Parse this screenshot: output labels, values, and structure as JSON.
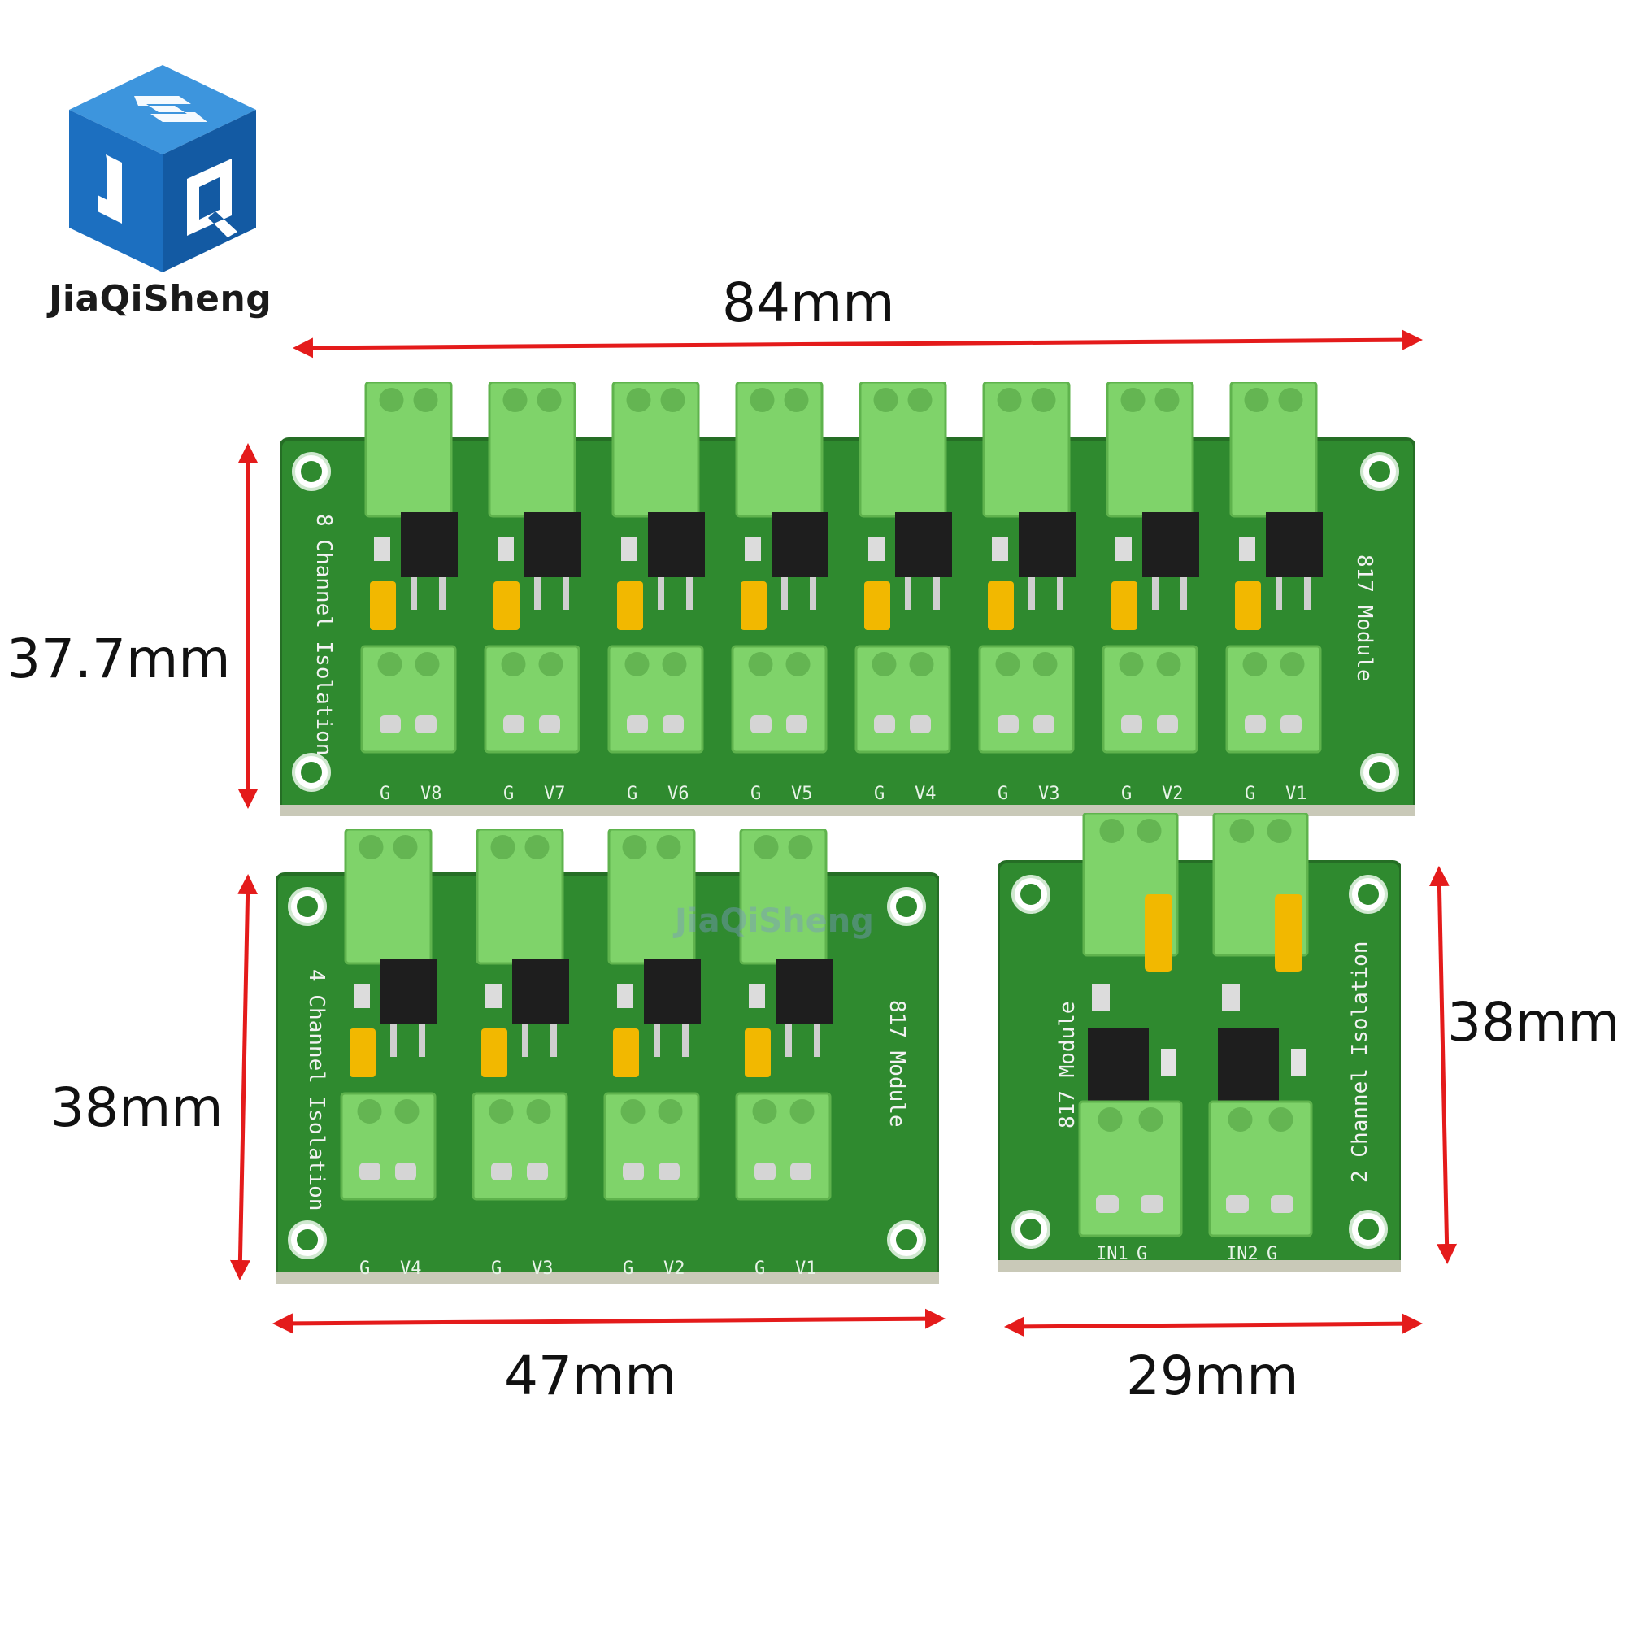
{
  "brand": {
    "name": "JiaQiSheng",
    "logo_icon": "jqs-cube-logo-icon",
    "color": "#1f78c8"
  },
  "watermark": "JiaQiSheng",
  "dimensions": {
    "top_width": "84mm",
    "top_height": "37.7mm",
    "mid_height": "38mm",
    "mid_width": "47mm",
    "right_height": "38mm",
    "right_width": "29mm"
  },
  "boards": {
    "eight": {
      "title": "8 Channel Isolation",
      "module": "817 Module",
      "pins": [
        "G",
        "V8",
        "G",
        "V7",
        "G",
        "V6",
        "G",
        "V5",
        "G",
        "V4",
        "G",
        "V3",
        "G",
        "V2",
        "G",
        "V1"
      ]
    },
    "four": {
      "title": "4 Channel Isolation",
      "module": "817 Module",
      "pins": [
        "G",
        "V4",
        "G",
        "V3",
        "G",
        "V2",
        "G",
        "V1"
      ]
    },
    "two": {
      "title": "2 Channel Isolation",
      "module": "817 Module",
      "pins": [
        "IN1",
        "G",
        "IN2",
        "G"
      ]
    }
  },
  "colors": {
    "pcb": "#2f8a2f",
    "terminal": "#7fd36a",
    "jumper": "#f2b800",
    "arrow": "#e41b1b",
    "chip": "#1e1e1e"
  }
}
